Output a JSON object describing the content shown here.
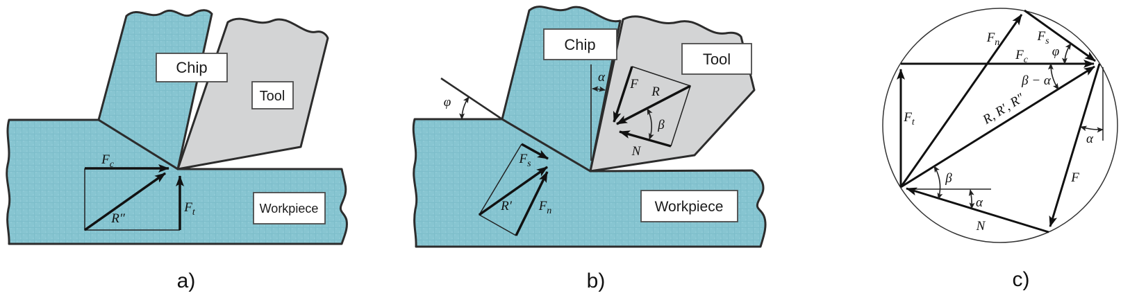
{
  "colors": {
    "workpiece_fill": "#87c5d1",
    "workpiece_texture": "#74b6c5",
    "tool_fill": "#d3d4d5",
    "outline": "#2c2c2c",
    "arrow": "#111111",
    "label_box_fill": "#ffffff",
    "label_box_border": "#4a4a4a",
    "text": "#1a1a1a",
    "background": "#ffffff"
  },
  "panel_a": {
    "caption": "a)",
    "boxes": {
      "chip": "Chip",
      "tool": "Tool",
      "workpiece": "Workpiece"
    },
    "forces": {
      "Fc": {
        "main": "F",
        "sub": "c"
      },
      "Ft": {
        "main": "F",
        "sub": "t"
      },
      "R2": "R″"
    }
  },
  "panel_b": {
    "caption": "b)",
    "boxes": {
      "chip": "Chip",
      "tool": "Tool",
      "workpiece": "Workpiece"
    },
    "angles": {
      "phi": "φ",
      "alpha": "α",
      "beta": "β"
    },
    "tool_face_forces": {
      "F": "F",
      "R": "R",
      "N": "N"
    },
    "shear_plane_forces": {
      "Fs": {
        "main": "F",
        "sub": "s"
      },
      "Rp": "R′",
      "Fn": {
        "main": "F",
        "sub": "n"
      }
    }
  },
  "panel_c": {
    "caption": "c)",
    "labels": {
      "Fn": {
        "main": "F",
        "sub": "n"
      },
      "Fs": {
        "main": "F",
        "sub": "s"
      },
      "phi": "φ",
      "Fc": {
        "main": "F",
        "sub": "c"
      },
      "beta_minus_alpha": "β − α",
      "Ft": {
        "main": "F",
        "sub": "t"
      },
      "resultants": "R, R′, R″",
      "alpha_rake": "α",
      "F": "F",
      "beta": "β",
      "alpha_bottom": "α",
      "N": "N"
    }
  }
}
